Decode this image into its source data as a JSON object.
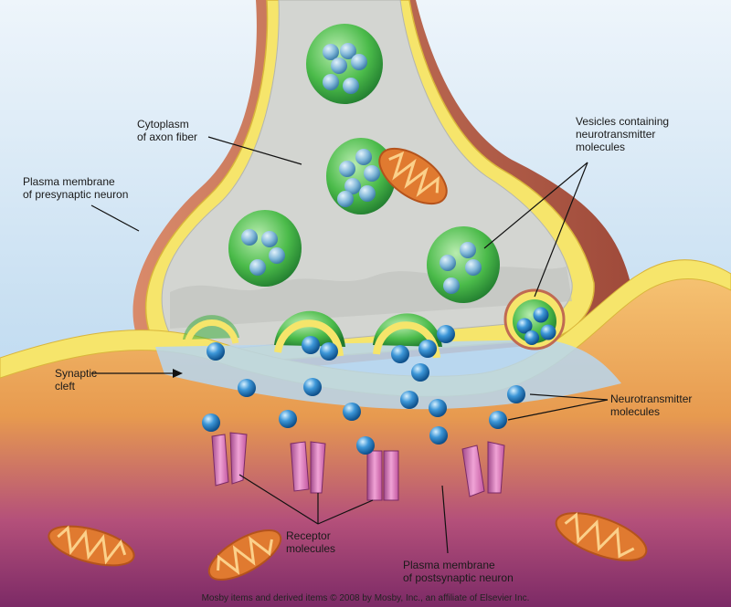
{
  "labels": {
    "cytoplasm": "Cytoplasm\nof axon fiber",
    "vesicles": "Vesicles containing\nneurotransmitter\nmolecules",
    "presynaptic_membrane": "Plasma membrane\nof presynaptic neuron",
    "synaptic_cleft": "Synaptic\ncleft",
    "neurotransmitter": "Neurotransmitter\nmolecules",
    "receptor": "Receptor\nmolecules",
    "postsynaptic_membrane": "Plasma membrane\nof postsynaptic neuron"
  },
  "credit": "Mosby items and derived items © 2008 by Mosby, Inc., an affiliate of Elsevier Inc.",
  "colors": {
    "background_top": "#cfe3f3",
    "background_bottom": "#a9cfee",
    "axon_wall": "#c06a52",
    "membrane_yellow": "#f6e46a",
    "cytoplasm": "#d2d4d0",
    "postsynaptic_body": "#f0b060",
    "postsynaptic_deep": "#8a2e6a",
    "vesicle_green": "#3fae3f",
    "neurotransmitter_blue": "#2a7fc6",
    "receptor_pink": "#d86fb0",
    "mitochondrion_orange": "#e07a30"
  }
}
